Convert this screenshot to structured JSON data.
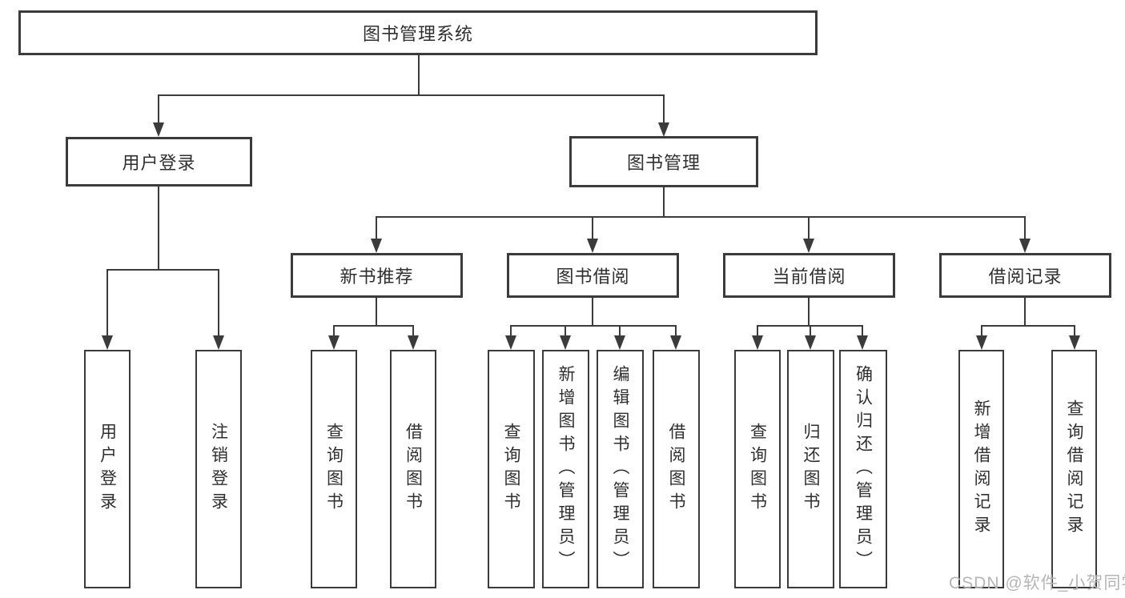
{
  "tree": {
    "label": "图书管理系统",
    "children": [
      {
        "label": "用户登录",
        "children": [
          {
            "label": "用户登录"
          },
          {
            "label": "注销登录"
          }
        ]
      },
      {
        "label": "图书管理",
        "children": [
          {
            "label": "新书推荐",
            "children": [
              {
                "label": "查询图书"
              },
              {
                "label": "借阅图书"
              }
            ]
          },
          {
            "label": "图书借阅",
            "children": [
              {
                "label": "查询图书"
              },
              {
                "label": "新增图书（管理员）"
              },
              {
                "label": "编辑图书（管理员）"
              },
              {
                "label": "借阅图书"
              }
            ]
          },
          {
            "label": "当前借阅",
            "children": [
              {
                "label": "查询图书"
              },
              {
                "label": "归还图书"
              },
              {
                "label": "确认归还（管理员）"
              }
            ]
          },
          {
            "label": "借阅记录",
            "children": [
              {
                "label": "新增借阅记录"
              },
              {
                "label": "查询借阅记录"
              }
            ]
          }
        ]
      }
    ]
  },
  "watermark": {
    "text": "CSDN @软件_小贺同学"
  },
  "colors": {
    "line": "#3b3b3b",
    "text": "#2f2f2f",
    "watermark": "#b5b5b5",
    "background": "#ffffff"
  }
}
